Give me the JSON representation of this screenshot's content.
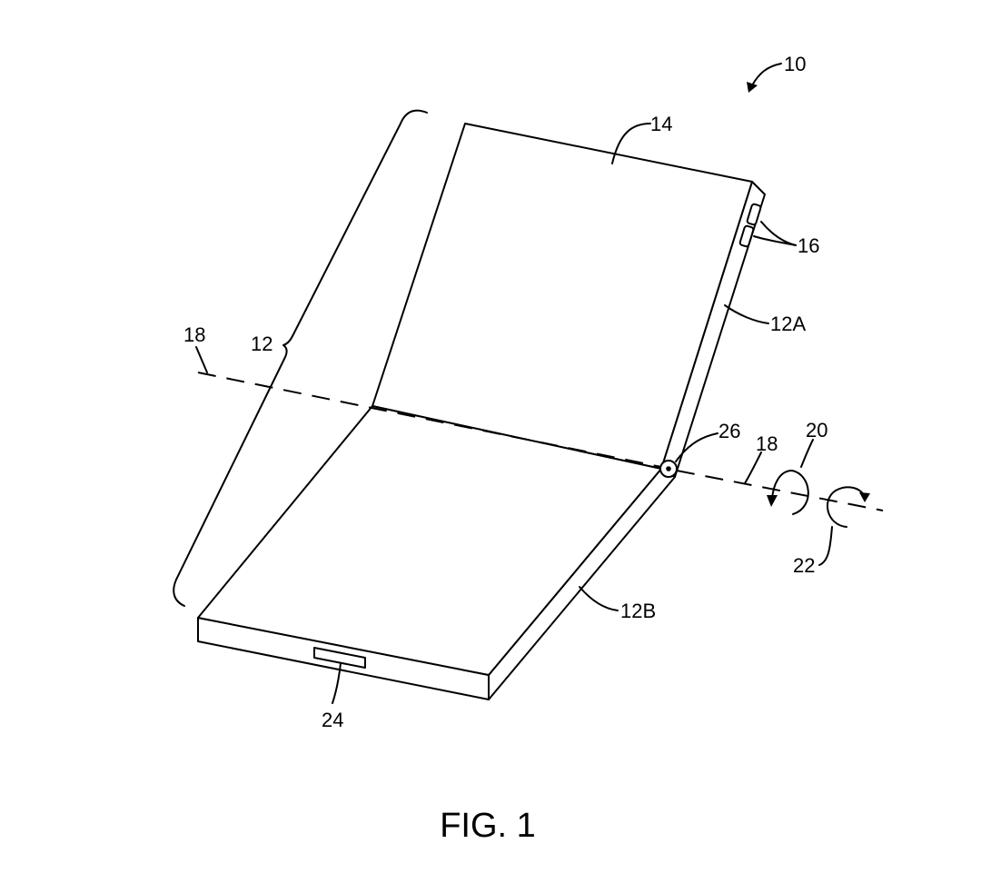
{
  "figure": {
    "caption": "FIG. 1",
    "labels": {
      "device": "10",
      "housing": "12",
      "housing_upper": "12A",
      "housing_lower": "12B",
      "display": "14",
      "buttons": "16",
      "axis_left": "18",
      "axis_right": "18",
      "rotation_a": "20",
      "rotation_b": "22",
      "port": "24",
      "hinge": "26"
    }
  }
}
